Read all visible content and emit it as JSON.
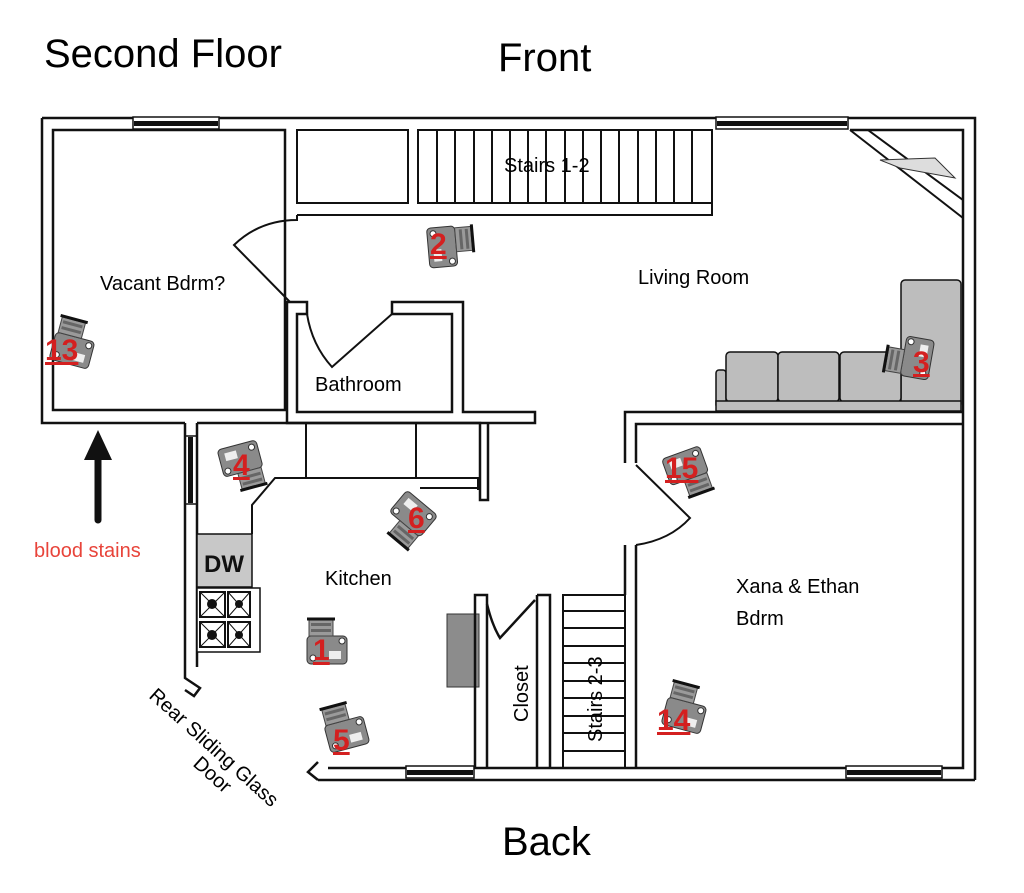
{
  "header": {
    "floor_title": "Second Floor",
    "front_label": "Front",
    "back_label": "Back"
  },
  "rooms": {
    "vacant_bedroom": "Vacant Bdrm?",
    "bathroom": "Bathroom",
    "living_room": "Living Room",
    "kitchen": "Kitchen",
    "master_bedroom_line1": "Xana & Ethan",
    "master_bedroom_line2": "Bdrm",
    "closet": "Closet",
    "stairs_1_2": "Stairs 1-2",
    "stairs_2_3": "Stairs 2-3",
    "dishwasher": "DW",
    "rear_door_line1": "Rear Sliding Glass",
    "rear_door_line2": "Door"
  },
  "annotations": {
    "blood_stains": "blood stains",
    "annotation_color": "#e8443a"
  },
  "camera_markers": [
    {
      "id": "1",
      "label": "1"
    },
    {
      "id": "2",
      "label": "2"
    },
    {
      "id": "3",
      "label": "3"
    },
    {
      "id": "4",
      "label": "4"
    },
    {
      "id": "5",
      "label": "5"
    },
    {
      "id": "6",
      "label": "6"
    },
    {
      "id": "13",
      "label": "13"
    },
    {
      "id": "14",
      "label": "14"
    },
    {
      "id": "15",
      "label": "15"
    }
  ],
  "colors": {
    "marker_number": "#d42020",
    "furniture_gray": "#bdbdbd"
  }
}
